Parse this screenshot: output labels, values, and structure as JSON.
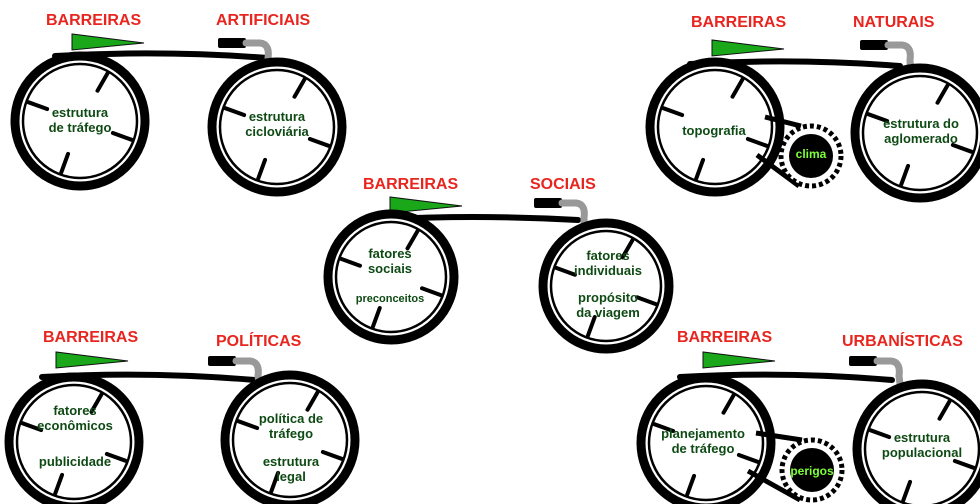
{
  "colors": {
    "heading": "#e8251f",
    "wheel_text": "#0e4a13",
    "flag": "#1aa71a",
    "tire": "#000000",
    "handlebar": "#999999",
    "gear_text": "#7dff3a"
  },
  "bikes": [
    {
      "id": "artificiais",
      "heading_left": "BARREIRAS",
      "heading_right": "ARTIFICIAIS",
      "left_wheel_lines": [
        "estrutura",
        "de tráfego"
      ],
      "right_wheel_lines": [
        "estrutura",
        "cicloviária"
      ]
    },
    {
      "id": "naturais",
      "heading_left": "BARREIRAS",
      "heading_right": "NATURAIS",
      "left_wheel_lines": [
        "topografia"
      ],
      "right_wheel_lines": [
        "estrutura do",
        "aglomerado"
      ],
      "gear_label": "clima"
    },
    {
      "id": "sociais",
      "heading_left": "BARREIRAS",
      "heading_right": "SOCIAIS",
      "left_wheel_lines": [
        "fatores",
        "sociais"
      ],
      "left_wheel_bottom": "preconceitos",
      "right_wheel_lines": [
        "fatores",
        "individuais"
      ],
      "right_wheel_bottom": [
        "propósito",
        "da viagem"
      ]
    },
    {
      "id": "politicas",
      "heading_left": "BARREIRAS",
      "heading_right": "POLÍTICAS",
      "left_wheel_lines": [
        "fatores",
        "econômicos"
      ],
      "left_wheel_bottom": "publicidade",
      "right_wheel_lines": [
        "política de",
        "tráfego"
      ],
      "right_wheel_bottom": [
        "estrutura",
        "legal"
      ]
    },
    {
      "id": "urbanisticas",
      "heading_left": "BARREIRAS",
      "heading_right": "URBANÍSTICAS",
      "left_wheel_lines": [
        "planejamento",
        "de tráfego"
      ],
      "right_wheel_lines": [
        "estrutura",
        "populacional"
      ],
      "gear_label": "perigos"
    }
  ]
}
